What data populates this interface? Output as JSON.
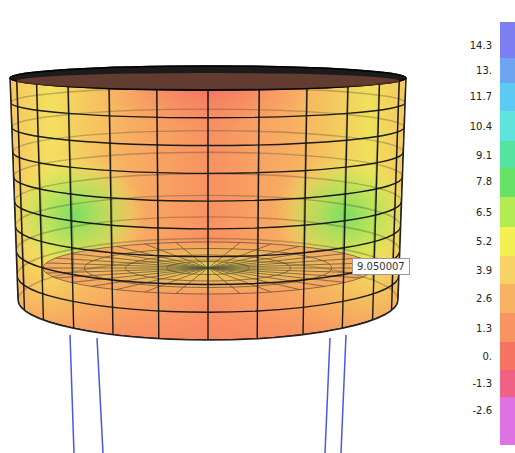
{
  "diagram": {
    "nodes": [
      {
        "text": [
          "9.050007"
        ]
      }
    ],
    "legend": [
      {
        "text": "14.3",
        "color": "#7d7ff0"
      },
      {
        "text": "13.",
        "color": "#6ea4f2"
      },
      {
        "text": "11.7",
        "color": "#5ccaf2"
      },
      {
        "text": "10.4",
        "color": "#5ee4dc"
      },
      {
        "text": "9.1",
        "color": "#54e3a0"
      },
      {
        "text": "7.8",
        "color": "#66e266"
      },
      {
        "text": "6.5",
        "color": "#b4ea52"
      },
      {
        "text": "5.2",
        "color": "#f2f052"
      },
      {
        "text": "3.9",
        "color": "#f8d264"
      },
      {
        "text": "2.6",
        "color": "#f8b264"
      },
      {
        "text": "1.3",
        "color": "#f89462"
      },
      {
        "text": "0.",
        "color": "#f67462"
      },
      {
        "text": "-1.3",
        "color": "#ef6286"
      },
      {
        "text": "-2.6",
        "color": "#df72e2"
      }
    ]
  }
}
